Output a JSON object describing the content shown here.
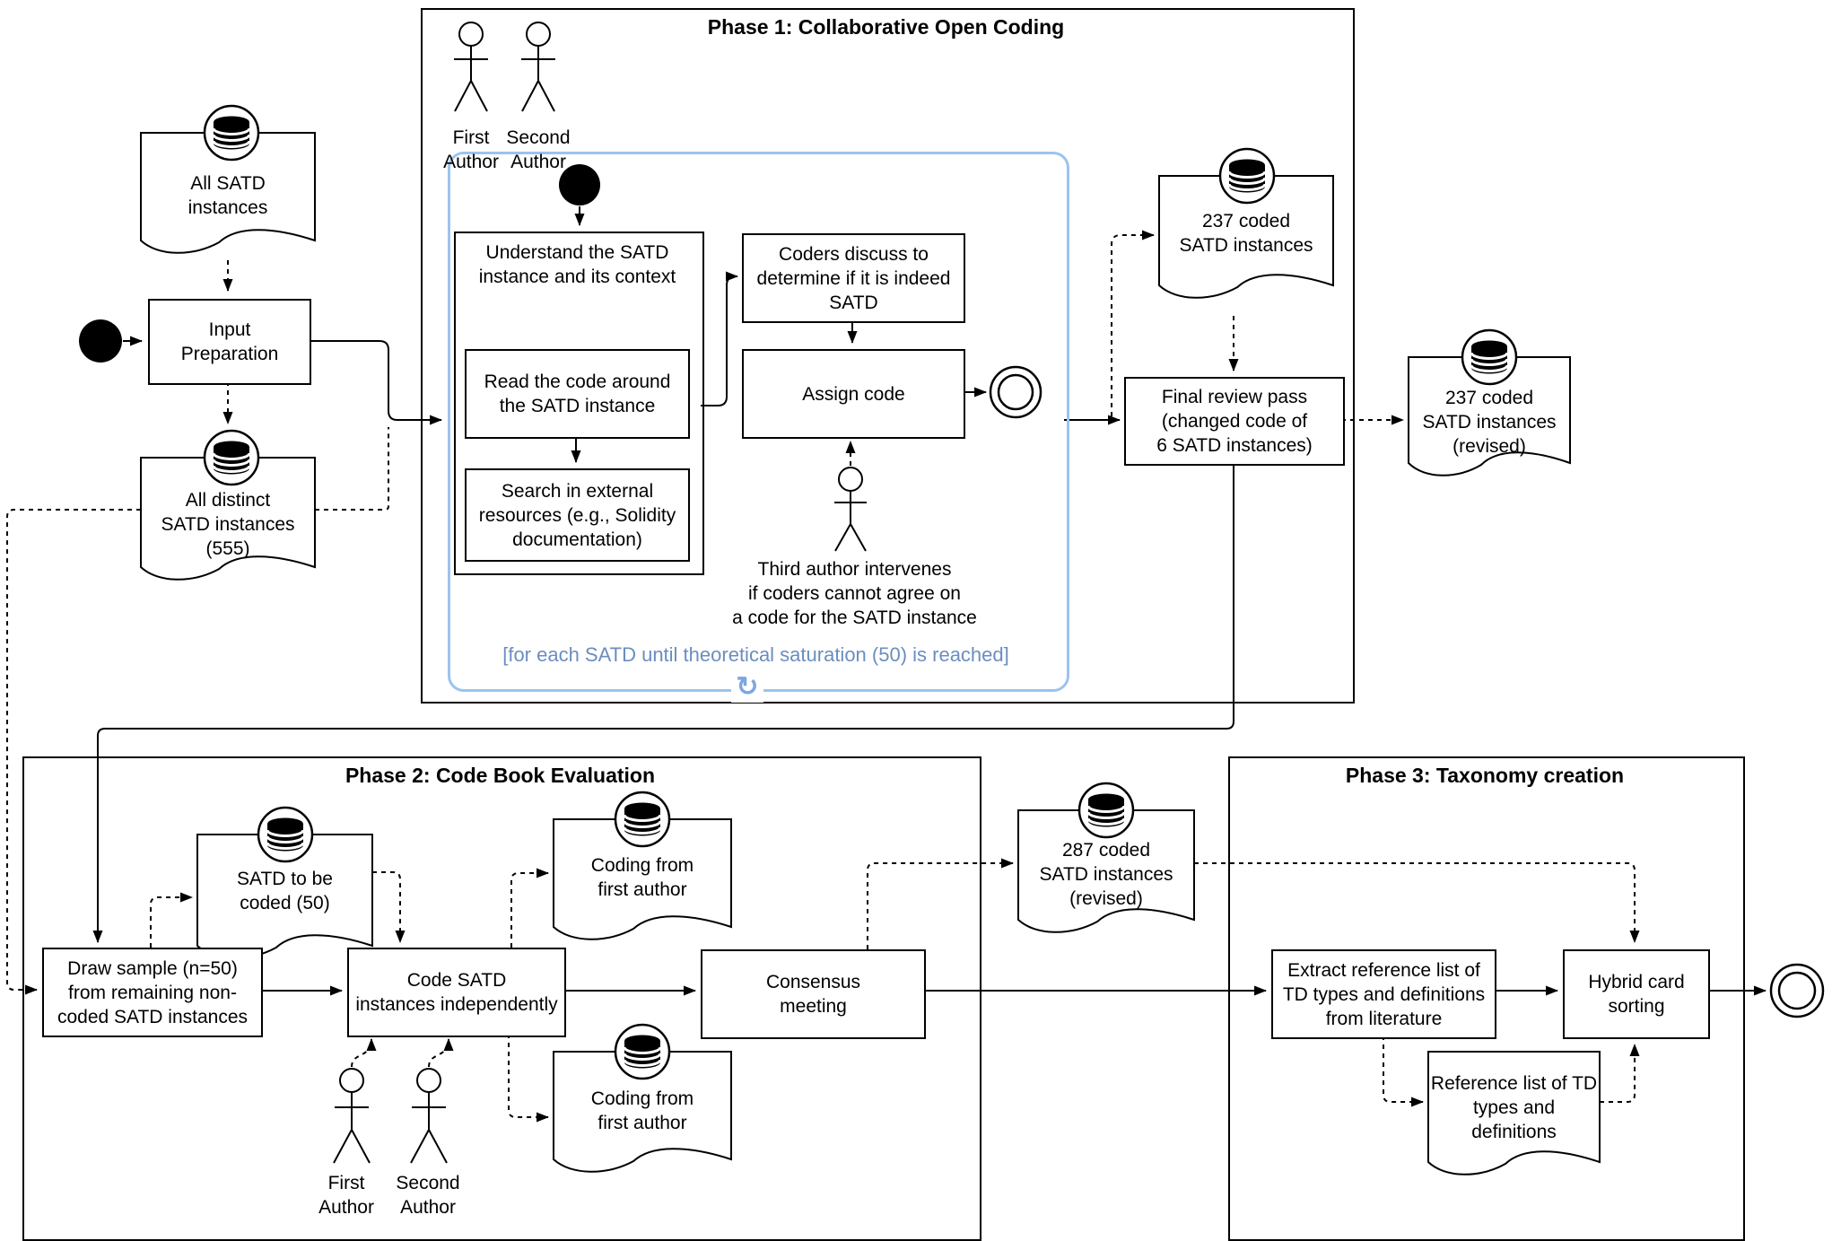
{
  "colors": {
    "loop_border": "#9CC3F0",
    "loop_text": "#6B8EBF",
    "loop_icon": "#7EA6E0",
    "line": "#000000"
  },
  "inputs": {
    "all_satd_doc": "All SATD\ninstances",
    "input_preparation": "Input\nPreparation",
    "all_distinct_doc": "All distinct\nSATD instances\n(555)"
  },
  "phase1": {
    "title": "Phase 1: Collaborative Open Coding",
    "first_author": "First\nAuthor",
    "second_author": "Second\nAuthor",
    "understand_step": "Understand the SATD\ninstance and its context",
    "read_step": "Read the code around\nthe SATD instance",
    "search_step": "Search in external\nresources (e.g., Solidity\ndocumentation)",
    "discuss_step": "Coders discuss to\ndetermine if it is indeed\nSATD",
    "assign_step": "Assign code",
    "third_author_note": "Third author intervenes\nif coders cannot agree on\na code for the SATD instance",
    "loop_note": "[for each SATD until theoretical saturation (50) is reached]",
    "coded_doc": "237 coded\nSATD instances",
    "final_review_step": "Final review pass\n(changed code of\n6 SATD instances)",
    "coded_revised_doc": "237 coded\nSATD instances\n(revised)"
  },
  "phase2": {
    "title": "Phase 2: Code Book Evaluation",
    "sample_doc": "SATD to be\ncoded (50)",
    "draw_sample_step": "Draw sample (n=50)\nfrom remaining non-\ncoded SATD instances",
    "code_step": "Code SATD\ninstances independently",
    "consensus_step": "Consensus\nmeeting",
    "coding_doc_top": "Coding from\nfirst author",
    "coding_doc_bottom": "Coding from\nfirst author",
    "first_author": "First\nAuthor",
    "second_author": "Second\nAuthor",
    "coded_revised_doc": "287 coded\nSATD instances\n(revised)"
  },
  "phase3": {
    "title": "Phase 3: Taxonomy creation",
    "extract_step": "Extract reference list of\nTD types and definitions\nfrom literature",
    "hybrid_step": "Hybrid card\nsorting",
    "reference_doc": "Reference list of TD\ntypes and\ndefinitions"
  }
}
